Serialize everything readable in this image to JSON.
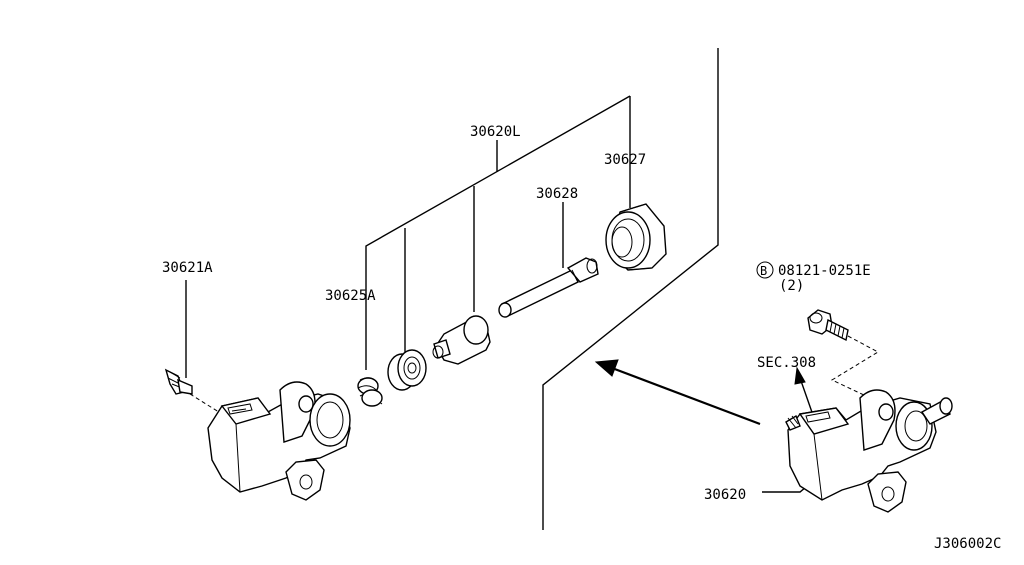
{
  "diagram": {
    "part_labels": {
      "p30620L": "30620L",
      "p30627": "30627",
      "p30628": "30628",
      "p30625A": "30625A",
      "p30621A": "30621A",
      "p30620": "30620",
      "sec308": "SEC.308",
      "bolt_circle": "B",
      "bolt_part": "08121-0251E",
      "bolt_qty": "(2)"
    },
    "figure_code": "J306002C"
  }
}
